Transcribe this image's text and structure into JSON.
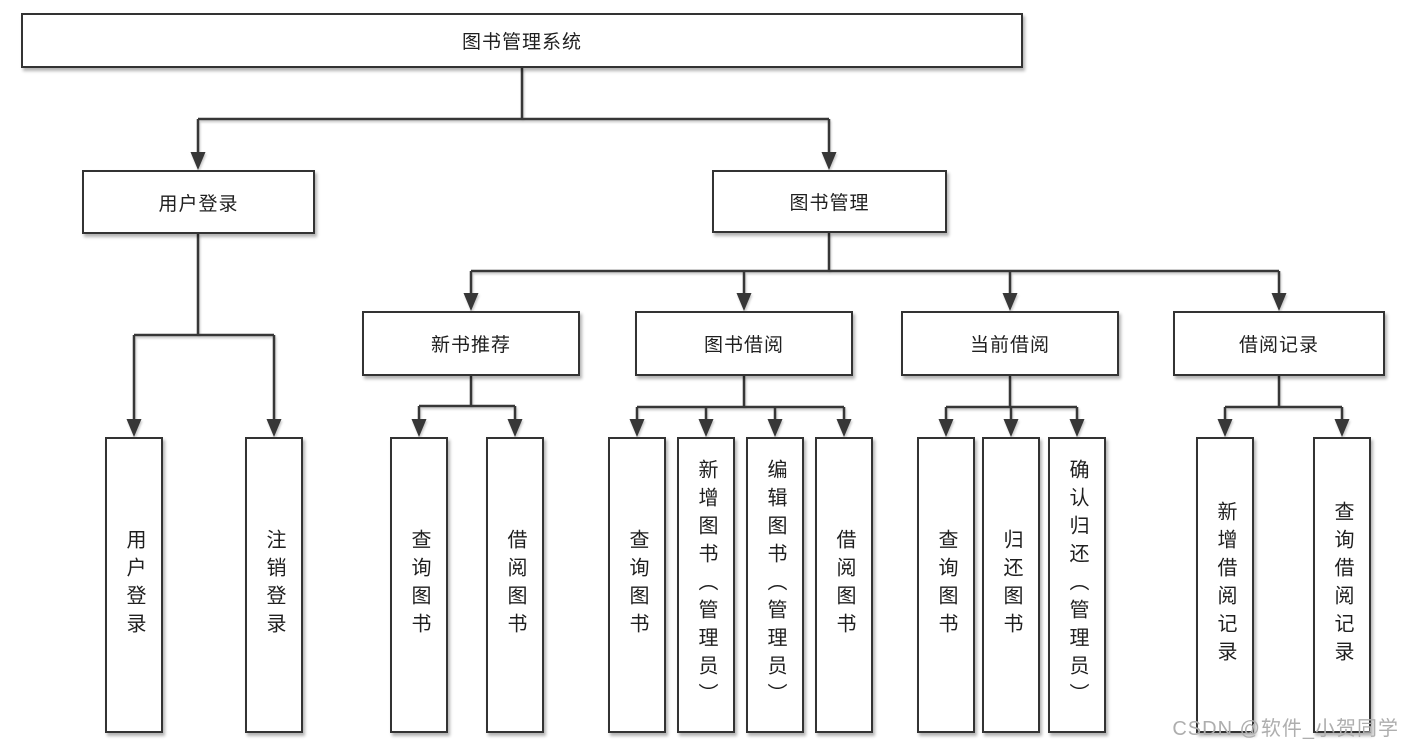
{
  "diagram": {
    "root": {
      "label": "图书管理系统"
    },
    "level1": [
      {
        "label": "用户登录"
      },
      {
        "label": "图书管理"
      }
    ],
    "level2": [
      {
        "label": "新书推荐"
      },
      {
        "label": "图书借阅"
      },
      {
        "label": "当前借阅"
      },
      {
        "label": "借阅记录"
      }
    ],
    "leaves": {
      "user_login_group": [
        {
          "label": "用户登录"
        },
        {
          "label": "注销登录"
        }
      ],
      "new_book_rec_group": [
        {
          "label": "查询图书"
        },
        {
          "label": "借阅图书"
        }
      ],
      "book_borrow_group": [
        {
          "label": "查询图书"
        },
        {
          "label": "新增图书（管理员）"
        },
        {
          "label": "编辑图书（管理员）"
        },
        {
          "label": "借阅图书"
        }
      ],
      "current_borrow_group": [
        {
          "label": "查询图书"
        },
        {
          "label": "归还图书"
        },
        {
          "label": "确认归还（管理员）"
        }
      ],
      "borrow_records_group": [
        {
          "label": "新增借阅记录"
        },
        {
          "label": "查询借阅记录"
        }
      ]
    }
  },
  "watermark": "CSDN @软件_小贺同学",
  "colors": {
    "line": "#373737",
    "box_border": "#333333",
    "text": "#1f1f1f",
    "watermark": "#aeaeae",
    "background": "#ffffff"
  }
}
